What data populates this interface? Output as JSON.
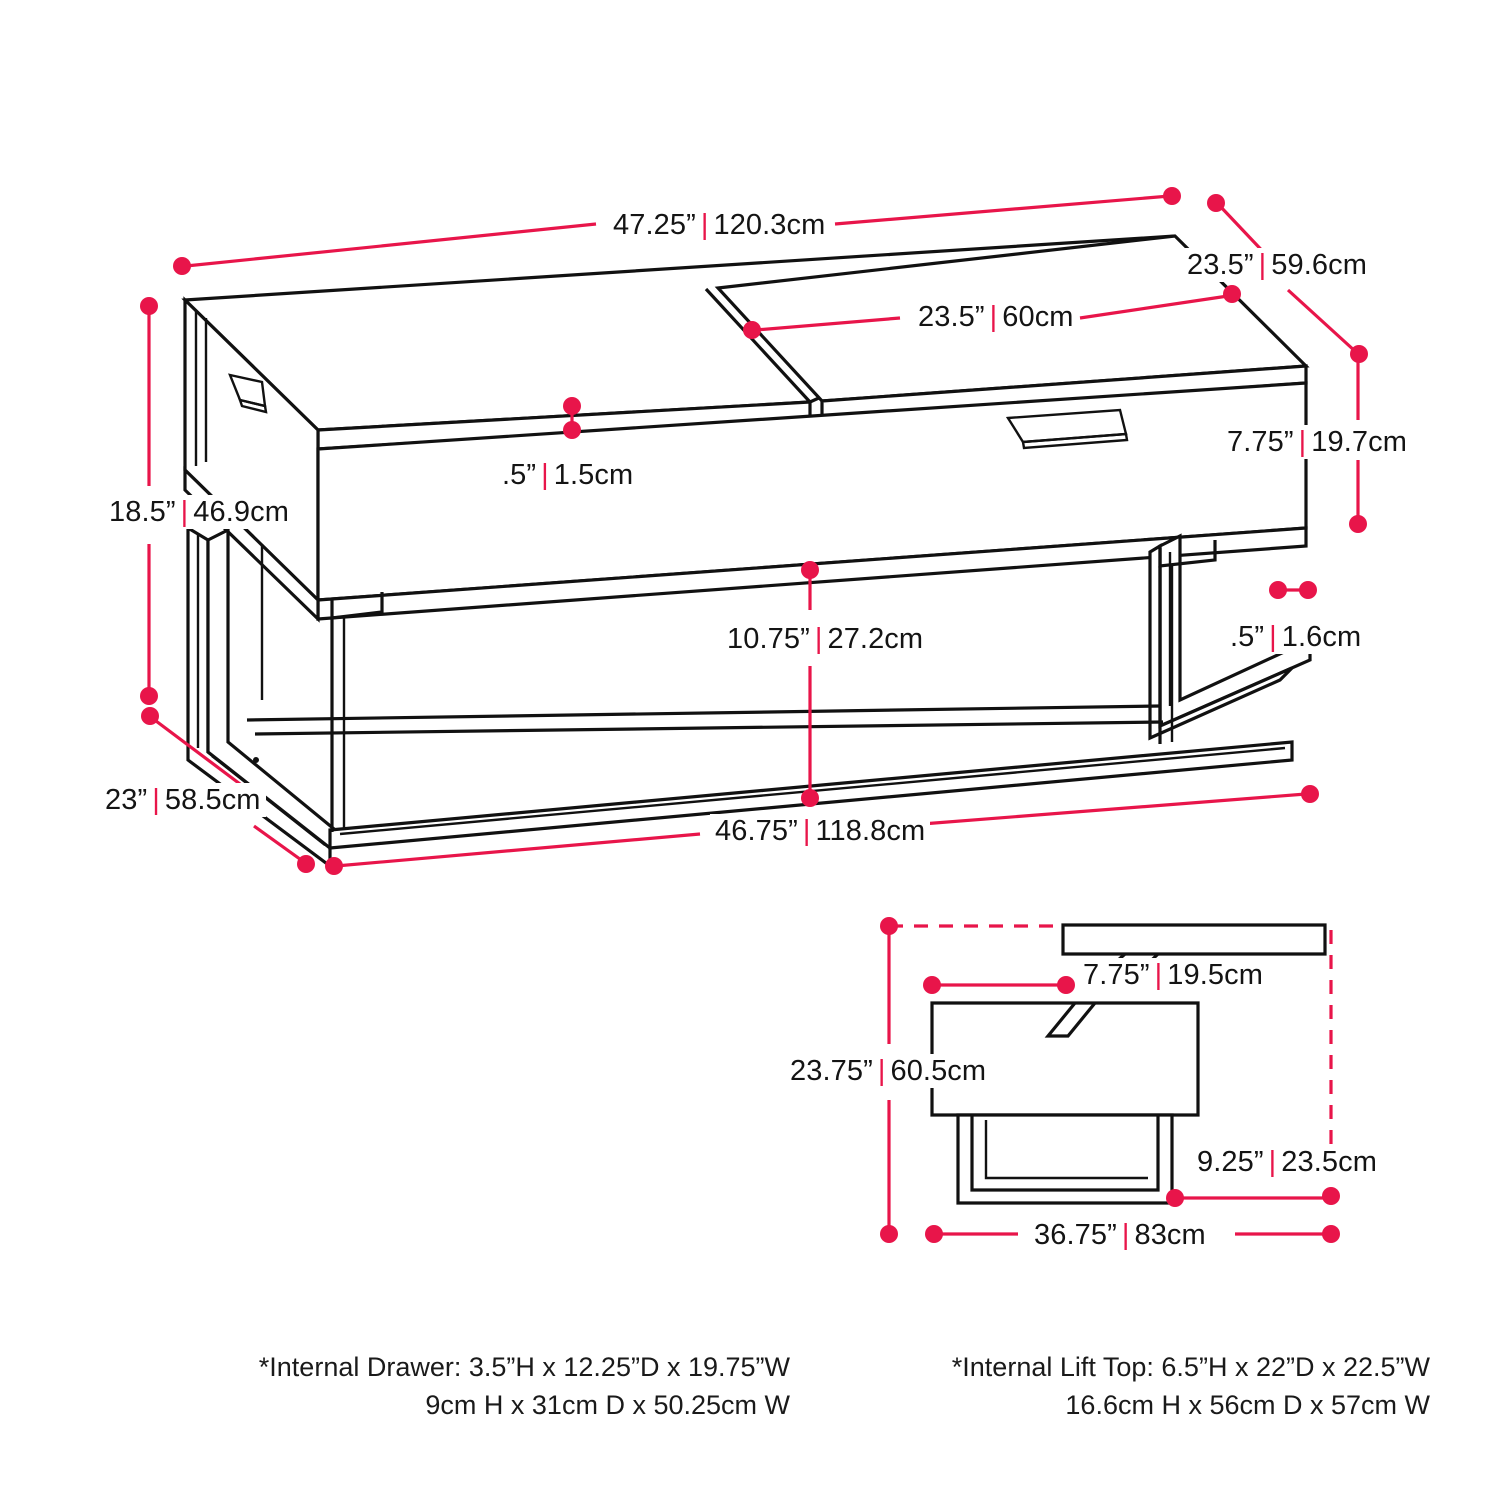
{
  "theme": {
    "accent": "#e8154a",
    "line": "#111111",
    "background": "#ffffff",
    "text": "#141414"
  },
  "diagram": {
    "title_visible": false,
    "product_type": "lift-top coffee table with storage and metal base",
    "views": [
      {
        "name": "perspective-view",
        "position": "top-left"
      },
      {
        "name": "side-elevation-view",
        "position": "bottom-right"
      }
    ]
  },
  "dimensions": {
    "perspective": [
      {
        "name": "top-width",
        "imperial": "47.25”",
        "metric": "120.3cm",
        "separator": "|"
      },
      {
        "name": "top-depth-right",
        "imperial": "23.5”",
        "metric": "59.6cm",
        "separator": "|"
      },
      {
        "name": "top-panel-depth",
        "imperial": "23.5”",
        "metric": "60cm",
        "separator": "|"
      },
      {
        "name": "top-thickness",
        "imperial": ".5”",
        "metric": "1.5cm",
        "separator": "|"
      },
      {
        "name": "case-height",
        "imperial": "7.75”",
        "metric": "19.7cm",
        "separator": "|"
      },
      {
        "name": "overall-height-to-case",
        "imperial": "18.5”",
        "metric": "46.9cm",
        "separator": "|"
      },
      {
        "name": "clearance-under-case",
        "imperial": "10.75”",
        "metric": "27.2cm",
        "separator": "|"
      },
      {
        "name": "frame-tube-thickness",
        "imperial": ".5”",
        "metric": "1.6cm",
        "separator": "|"
      },
      {
        "name": "base-depth",
        "imperial": "23”",
        "metric": "58.5cm",
        "separator": "|"
      },
      {
        "name": "base-width",
        "imperial": "46.75”",
        "metric": "118.8cm",
        "separator": "|"
      }
    ],
    "side_elevation": [
      {
        "name": "lift-top-rise",
        "imperial": "7.75”",
        "metric": "19.5cm",
        "separator": "|"
      },
      {
        "name": "extended-width",
        "imperial": "23.75”",
        "metric": "60.5cm",
        "separator": "|"
      },
      {
        "name": "base-leg-height",
        "imperial": "9.25”",
        "metric": "23.5cm",
        "separator": "|"
      },
      {
        "name": "side-depth",
        "imperial": "36.75”",
        "metric": "83cm",
        "separator": "|"
      }
    ]
  },
  "footnotes": {
    "drawer": {
      "name": "internal-drawer-note",
      "line1": "*Internal Drawer: 3.5”H x 12.25”D x 19.75”W",
      "line2": "9cm H x 31cm D x 50.25cm W"
    },
    "lift_top": {
      "name": "internal-lift-top-note",
      "line1": "*Internal Lift Top: 6.5”H x 22”D x 22.5”W",
      "line2": "16.6cm H x 56cm D x 57cm W"
    }
  }
}
